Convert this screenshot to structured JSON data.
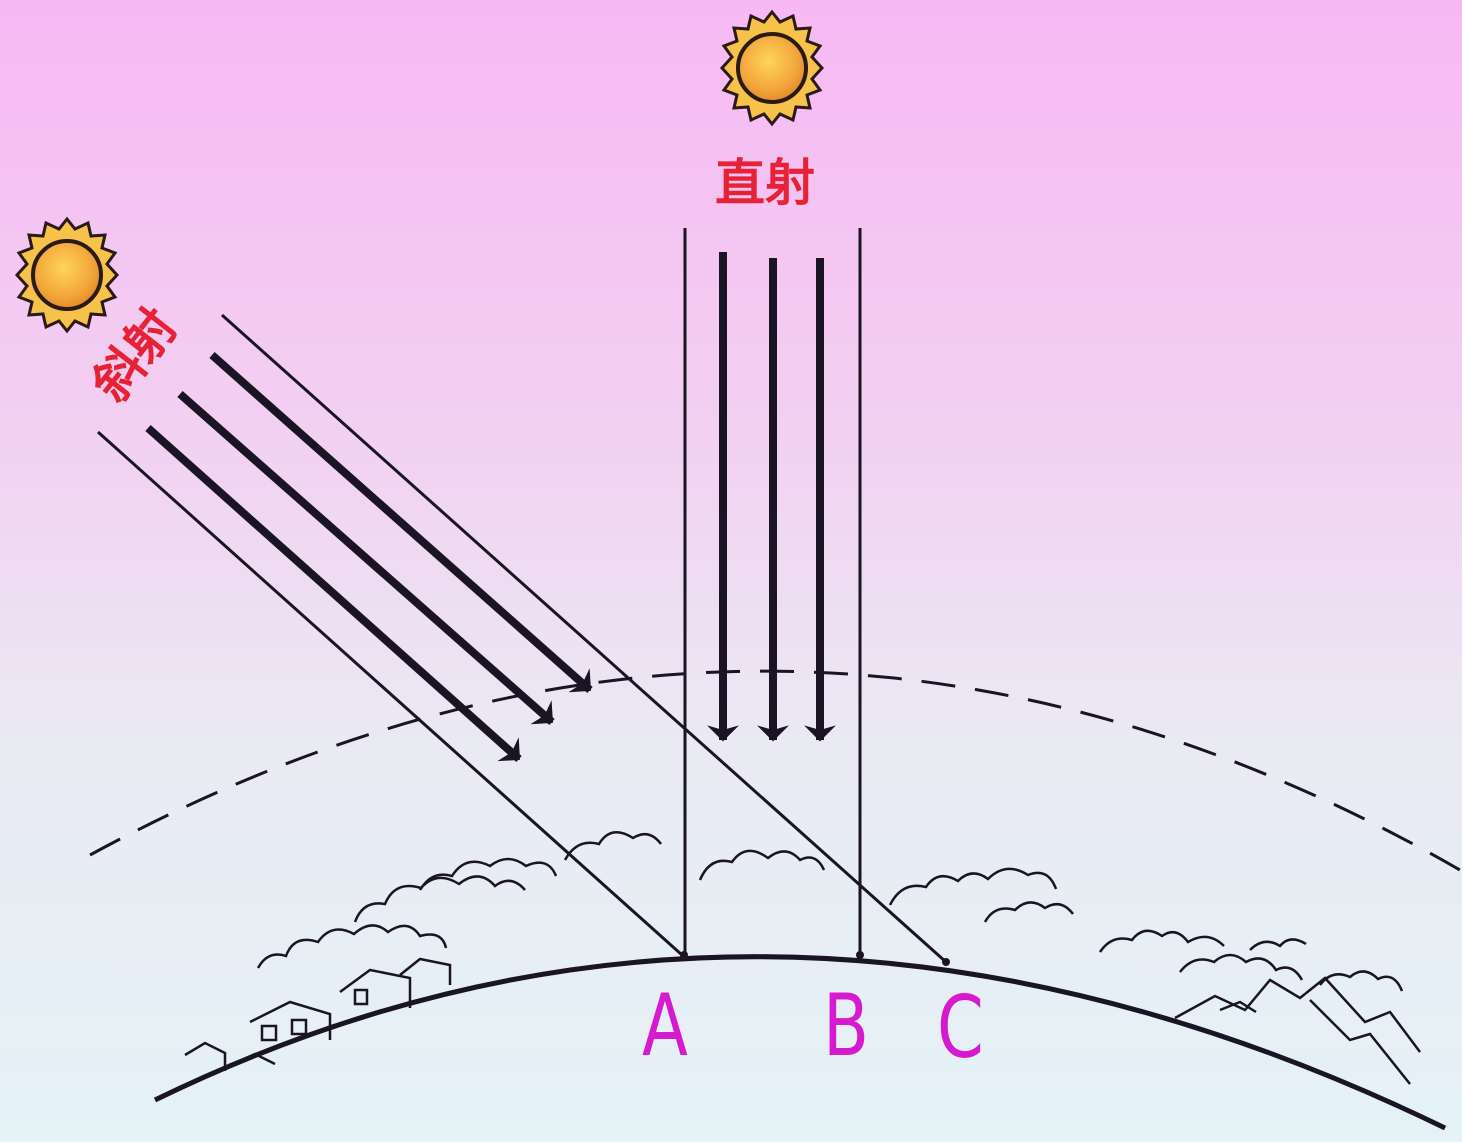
{
  "labels": {
    "direct": "直射",
    "oblique": "斜射",
    "point_a": "A",
    "point_b": "B",
    "point_c": "C"
  },
  "colors": {
    "point_labels": "#d61ad0",
    "ray_labels": "#e62236",
    "sun_core": "#f2a63a",
    "sun_outline": "#2a1a1a",
    "line": "#1a1424"
  },
  "icons": {
    "sun_direct": "sun-icon",
    "sun_oblique": "sun-icon"
  }
}
